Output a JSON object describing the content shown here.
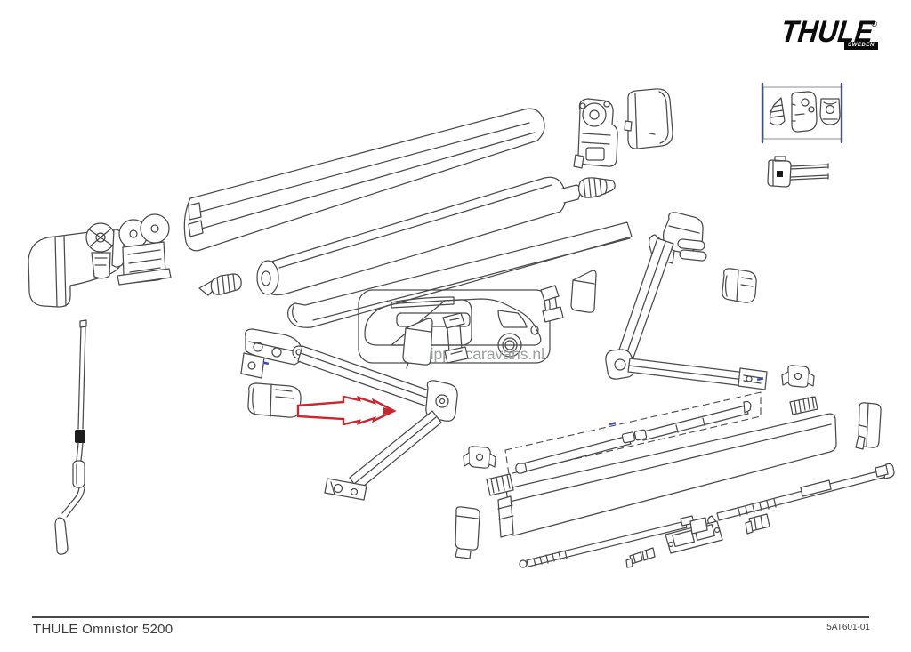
{
  "brand": {
    "name": "THULE",
    "registered": "®",
    "origin": "SWEDEN"
  },
  "footer": {
    "product": "THULE Omnistor 5200",
    "drawing_code": "5AT601-01"
  },
  "watermark": {
    "text": "Schippercaravans.nl",
    "teal": "#abd9d1",
    "vehicle_gray": "#b6b9b9",
    "text_color": "#9aa0a0",
    "border_color": "#cdd0d0",
    "headlight": "#e4cf4a"
  },
  "annotation": {
    "arrow_color": "#c8272e",
    "arrow_points_to": "left-arm-elbow-joint"
  },
  "diagram": {
    "line_color": "#4a4a4a",
    "inset_edge_color": "#46507c",
    "reference_mark_color": "#3a49c0",
    "parts": [
      "case-lid-profile",
      "roller-tube",
      "front-flap-profile",
      "axle-pin",
      "gear-mechanism",
      "right-end-cap-cover",
      "drive-adapter",
      "detail-inset-box",
      "bracket-pin",
      "left-end-cap-cover",
      "crank-gear",
      "gearbox",
      "crank-handle",
      "left-support-arm",
      "arm-cover-left",
      "pointer-arrow",
      "right-support-arm",
      "arm-cover-right",
      "mounting-brackets-right",
      "lead-rail-end-cap",
      "rafter-kit-group",
      "fabric-panel",
      "lead-rail-front",
      "lead-rail-rear",
      "slider-clips",
      "mounting-plate",
      "end-clip",
      "support-bracket",
      "slider-block",
      "side-sheet",
      "center-sheet-part",
      "center-clip-part",
      "bracket-clip",
      "side-sheet-small",
      "reference-marks"
    ]
  }
}
